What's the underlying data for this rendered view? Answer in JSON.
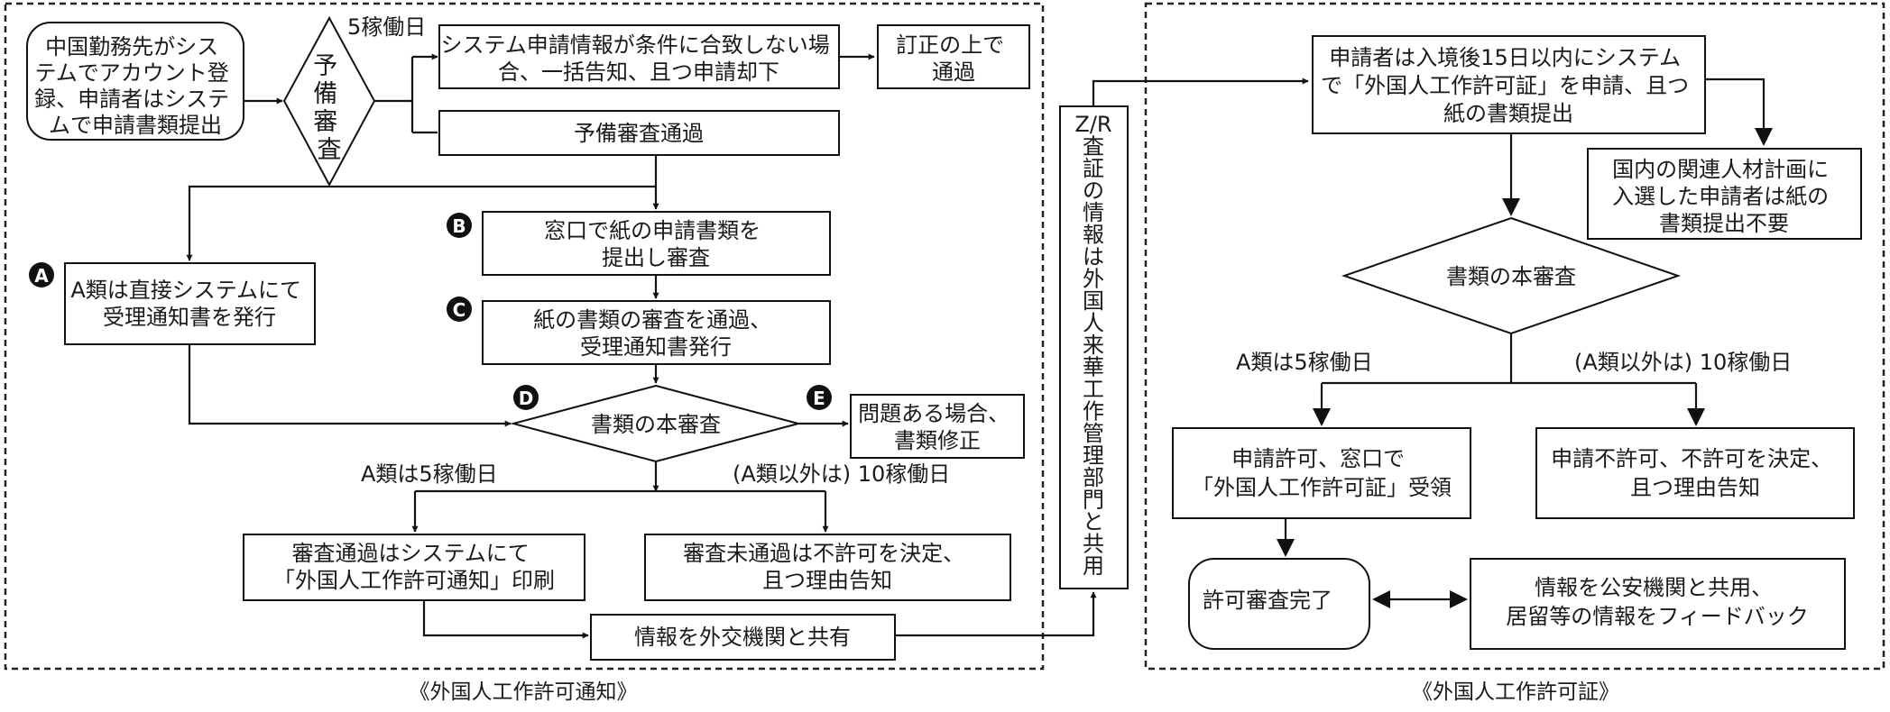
{
  "captions": {
    "notice": "《外国人工作許可通知》",
    "permit": "《外国人工作許可証》"
  },
  "left": {
    "start": [
      "中国勤務先がシス",
      "テムでアカウント登",
      "録、申請者はシステ",
      "ムで申請書類提出"
    ],
    "prelim_decision": [
      "予",
      "備",
      "審",
      "査"
    ],
    "prelim_days": "5稼働日",
    "reject_box": [
      "システム申請情報が条件に合致しない場",
      "合、一括告知、且つ申請却下"
    ],
    "correct_box": [
      "訂正の上で",
      "通過"
    ],
    "prelim_pass": "予備審査通過",
    "marker_a": "A",
    "marker_b": "B",
    "marker_c": "C",
    "marker_d": "D",
    "marker_e": "E",
    "box_b": [
      "窓口で紙の申請書類を",
      "提出し審査"
    ],
    "box_a": [
      "A類は直接システムにて",
      "受理通知書を発行"
    ],
    "box_c": [
      "紙の書類の審査を通過、",
      "受理通知書発行"
    ],
    "main_review": "書類の本審査",
    "box_e": [
      "問題ある場合、",
      "書類修正"
    ],
    "label_a_days": "A類は5稼働日",
    "label_other_days": "(A類以外は) 10稼働日",
    "pass_box": [
      "審査通過はシステムにて",
      "「外国人工作許可通知」印刷"
    ],
    "fail_box": [
      "審査未通過は不許可を決定、",
      "且つ理由告知"
    ],
    "share_box": "情報を外交機関と共有"
  },
  "middle": {
    "vertical_label": [
      "Z/R",
      "査",
      "証",
      "の",
      "情",
      "報",
      "は",
      "外",
      "国",
      "人",
      "来",
      "華",
      "工",
      "作",
      "管",
      "理",
      "部",
      "門",
      "と",
      "共",
      "用"
    ]
  },
  "right": {
    "apply_box": [
      "申請者は入境後15日以内にシステム",
      "で「外国人工作許可証」を申請、且つ",
      "紙の書類提出"
    ],
    "exempt_box": [
      "国内の関連人材計画に",
      "入選した申請者は紙の",
      "書類提出不要"
    ],
    "main_review": "書類の本審査",
    "label_a_days": "A類は5稼働日",
    "label_other_days": "(A類以外は) 10稼働日",
    "permit_box": [
      "申請許可、窓口で",
      "「外国人工作許可証」受領"
    ],
    "deny_box": [
      "申請不許可、不許可を決定、",
      "且つ理由告知"
    ],
    "complete_box": "許可審査完了",
    "share_box": [
      "情報を公安機関と共用、",
      "居留等の情報をフィードバック"
    ]
  }
}
